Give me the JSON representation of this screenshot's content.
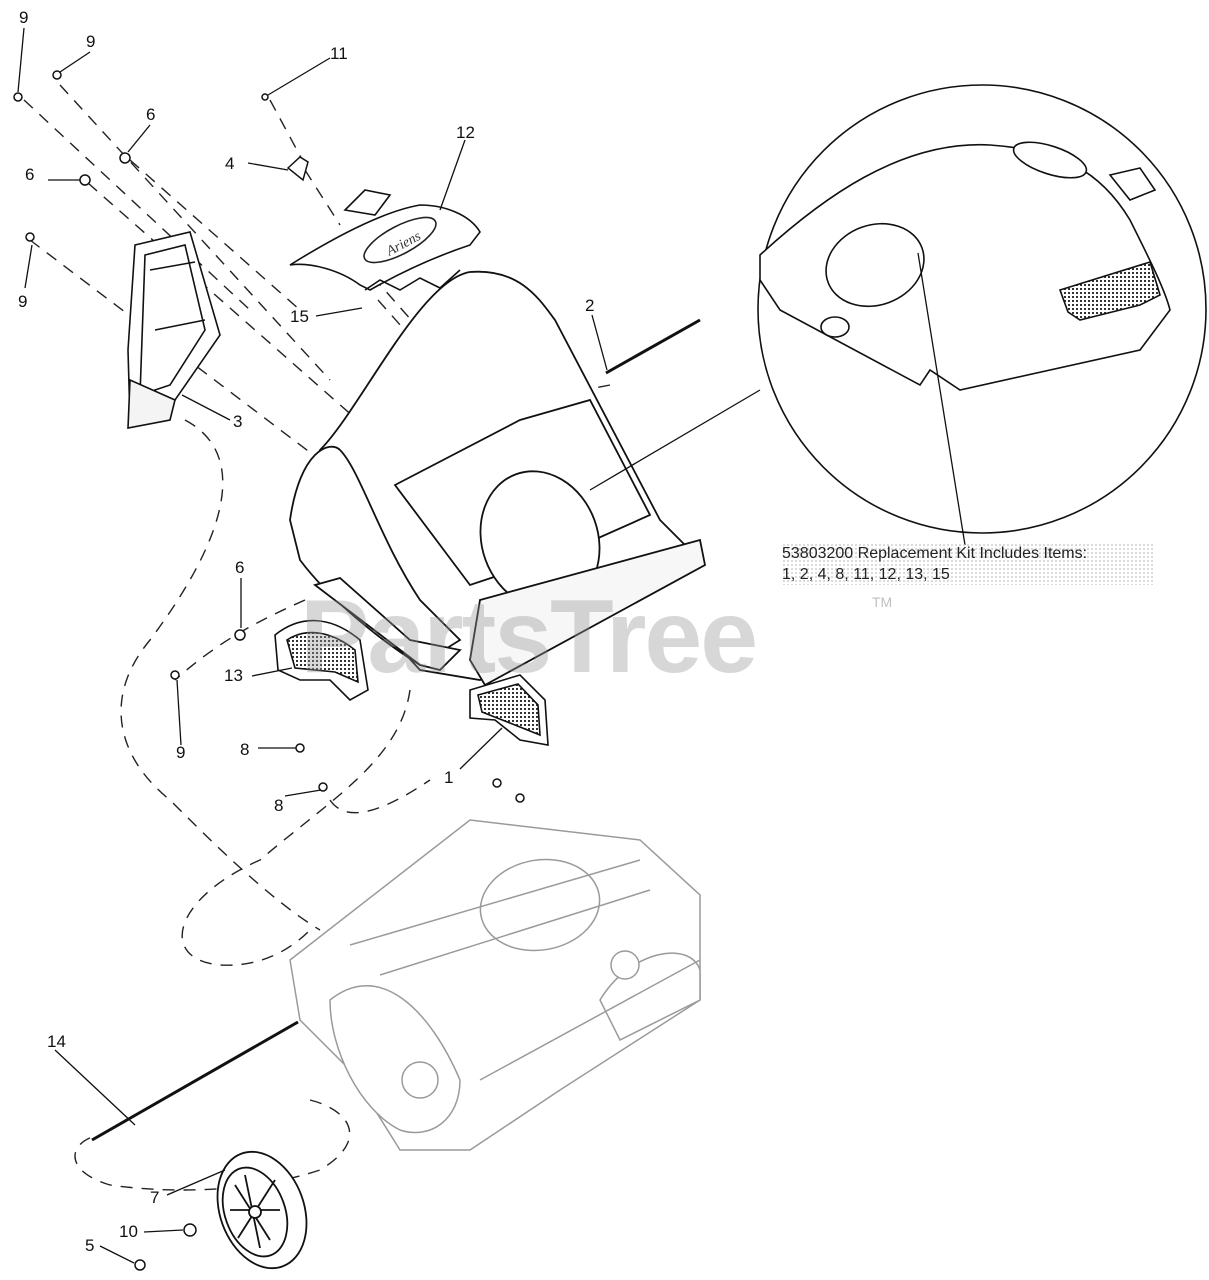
{
  "callouts": {
    "c1": "1",
    "c2": "2",
    "c3": "3",
    "c4": "4",
    "c5": "5",
    "c6a": "6",
    "c6b": "6",
    "c6c": "6",
    "c7": "7",
    "c8a": "8",
    "c8b": "8",
    "c9a": "9",
    "c9b": "9",
    "c9c": "9",
    "c9d": "9",
    "c10": "10",
    "c11": "11",
    "c12": "12",
    "c13": "13",
    "c14": "14",
    "c15": "15"
  },
  "kit_note": {
    "line1": "53803200 Replacement Kit Includes Items:",
    "line2": "1, 2, 4, 8, 11, 12, 13, 15"
  },
  "watermark": {
    "text": "PartsTree",
    "tm": "TM"
  },
  "logo": {
    "text": "Ariens"
  },
  "colors": {
    "ink": "#111111",
    "watermark": "#969696",
    "grille": "#444444"
  }
}
